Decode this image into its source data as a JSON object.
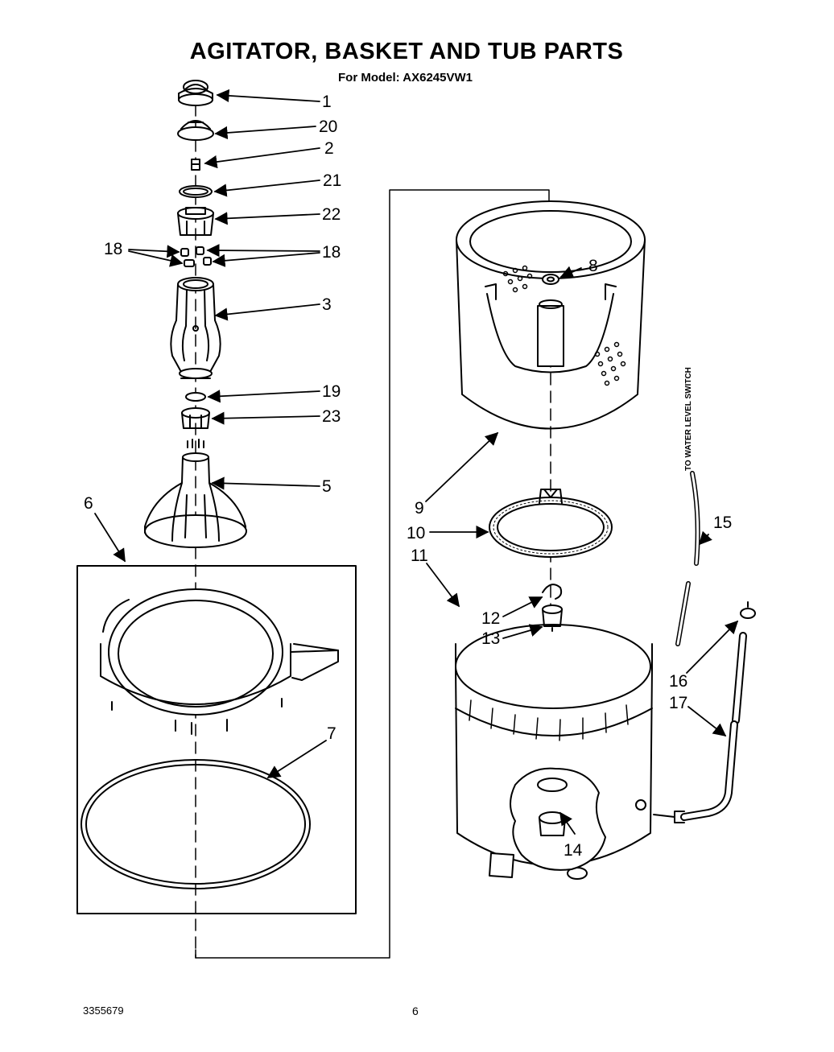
{
  "title": "AGITATOR, BASKET AND TUB PARTS",
  "subtitle": "For Model: AX6245VW1",
  "side_note": "TO WATER LEVEL SWITCH",
  "footer": {
    "doc_number": "3355679",
    "page_number": "6"
  },
  "callouts": {
    "p1": "1",
    "p20": "20",
    "p2": "2",
    "p21": "21",
    "p22": "22",
    "p18_left": "18",
    "p18_right": "18",
    "p3": "3",
    "p19": "19",
    "p23": "23",
    "p5": "5",
    "p6": "6",
    "p7": "7",
    "p8": "8",
    "p9": "9",
    "p10": "10",
    "p11": "11",
    "p12": "12",
    "p13": "13",
    "p14": "14",
    "p15": "15",
    "p16": "16",
    "p17": "17"
  }
}
